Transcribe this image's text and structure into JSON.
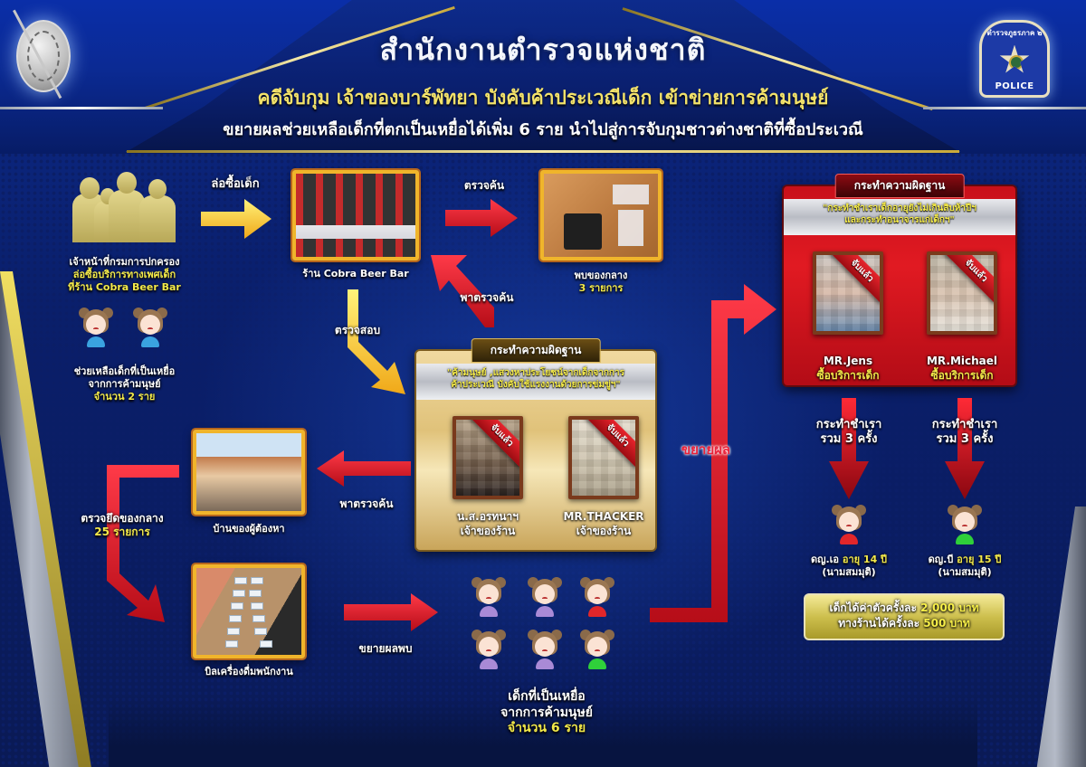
{
  "header": {
    "title": "สำนักงานตำรวจแห่งชาติ",
    "subtitle": "คดีจับกุม เจ้าของบาร์พัทยา บังคับค้าประเวณีเด็ก เข้าข่ายการค้ามนุษย์",
    "subtitle2": "ขยายผลช่วยเหลือเด็กที่ตกเป็นเหยื่อได้เพิ่ม 6 ราย นำไปสู่การจับกุมชาวต่างชาติที่ซื้อประเวณี",
    "left_emblem": "royal-thai-police-seal-icon",
    "right_badge": {
      "top_text": "ตำรวจภูธรภาค ๒",
      "bottom_text": "POLICE"
    }
  },
  "colors": {
    "background_blue": "#0a1f6b",
    "gold": "#f0b52b",
    "yellow_text": "#f3e94a",
    "red_arrow": "#e8223a",
    "red_panel": "#d0131c"
  },
  "left_section": {
    "officials": {
      "line1": "เจ้าหน้าที่กรมการปกครอง",
      "line2": "ล่อซื้อบริการทางเพศเด็ก",
      "line3": "ที่ร้าน Cobra Beer Bar"
    },
    "rescued": {
      "line1": "ช่วยเหลือเด็กที่เป็นเหยื่อ",
      "line2": "จากการค้ามนุษย์",
      "line3": "จำนวน 2 ราย",
      "count": 2
    }
  },
  "arrows": {
    "decoy_buy": "ล่อซื้อเด็ก",
    "search": "ตรวจค้น",
    "lead_search_up": "พาตรวจค้น",
    "inspect": "ตรวจสอบ",
    "lead_search_left": "พาตรวจค้น",
    "seize": "ตรวจยึดของกลาง",
    "seize_count": "25 รายการ",
    "expand_found": "ขยายผลพบ",
    "expand": "ขยายผล",
    "abuse_left": "กระทำชำเรา",
    "abuse_left_count": "รวม 3 ครั้ง",
    "abuse_right": "กระทำชำเรา",
    "abuse_right_count": "รวม 3 ครั้ง"
  },
  "photos": {
    "bar": {
      "caption": "ร้าน Cobra Beer Bar"
    },
    "evidence": {
      "caption": "พบของกลาง",
      "count": "3 รายการ"
    },
    "house": {
      "caption": "บ้านของผู้ต้องหา"
    },
    "bills": {
      "caption": "บิลเครื่องดื่มพนักงาน"
    }
  },
  "owners_panel": {
    "tab": "กระทำความผิดฐาน",
    "quote_line1": "\"ค้ามนุษย์ ,แสวงหาประโยชน์จากเด็กจากการ",
    "quote_line2": "ค้าประเวณี บังคับใช้แรงงานด้วยการข่มขู่ฯ\"",
    "suspects": [
      {
        "ribbon": "จับแล้ว",
        "name": "น.ส.อรทนาฯ",
        "role": "เจ้าของร้าน"
      },
      {
        "ribbon": "จับแล้ว",
        "name": "MR.THACKER",
        "role": "เจ้าของร้าน"
      }
    ]
  },
  "buyers_panel": {
    "tab": "กระทำความผิดฐาน",
    "quote_line1": "\"กระทำชำเราเด็กอายุยังไม่เกินสิบห้าปีฯ",
    "quote_line2": "และกระทำอนาจารแก่เด็กฯ\"",
    "suspects": [
      {
        "ribbon": "จับแล้ว",
        "name": "MR.Jens",
        "role": "ซื้อบริการเด็ก"
      },
      {
        "ribbon": "จับแล้ว",
        "name": "MR.Michael",
        "role": "ซื้อบริการเด็ก"
      }
    ]
  },
  "victims_center": {
    "line1": "เด็กที่เป็นเหยื่อ",
    "line2": "จากการค้ามนุษย์",
    "line3": "จำนวน 6 ราย",
    "count": 6,
    "shirt_colors": [
      "#a98ad6",
      "#a98ad6",
      "#e2262a",
      "#a98ad6",
      "#a98ad6",
      "#2fd03a"
    ]
  },
  "victims_right": [
    {
      "name": "ดญ.เอ",
      "age": "อายุ 14 ปี",
      "note": "(นามสมมุติ)",
      "shirt": "#e2262a"
    },
    {
      "name": "ดญ.บี",
      "age": "อายุ 15 ปี",
      "note": "(นามสมมุติ)",
      "shirt": "#2fd03a"
    }
  ],
  "payment": {
    "line1_prefix": "เด็กได้ค่าตัวครั้งละ",
    "line1_amount": "2,000 บาท",
    "line2_prefix": "ทางร้านได้ครั้งละ",
    "line2_amount": "500 บาท"
  }
}
